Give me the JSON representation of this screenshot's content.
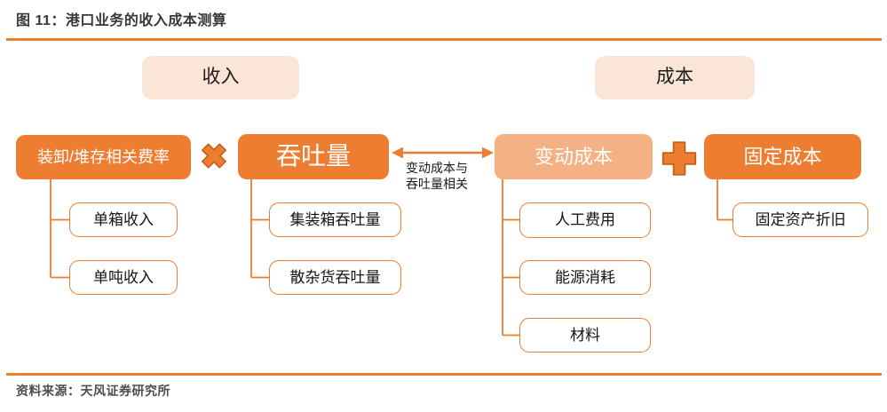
{
  "figure": {
    "title": "图 11：港口业务的收入成本测算",
    "source": "资料来源：天风证券研究所"
  },
  "headers": {
    "revenue": "收入",
    "cost": "成本"
  },
  "revenue_branch": {
    "rate_box": "装卸/堆存相关费率",
    "rate_children": [
      "单箱收入",
      "单吨收入"
    ],
    "operator": "×",
    "throughput_box": "吞吐量",
    "throughput_children": [
      "集装箱吞吐量",
      "散杂货吞吐量"
    ]
  },
  "cost_branch": {
    "variable_cost_box": "变动成本",
    "variable_children": [
      "人工费用",
      "能源消耗",
      "材料"
    ],
    "operator": "＋",
    "fixed_cost_box": "固定成本",
    "fixed_children": [
      "固定资产折旧"
    ]
  },
  "relation_note": "变动成本与\n吞吐量相关",
  "icons": {
    "multiply": "multiply-icon",
    "plus": "plus-icon"
  },
  "colors": {
    "accent_orange": "#ED7D31",
    "light_orange": "#F4B183",
    "peach_fill": "#FBE5D6",
    "icon_outline": "#C55F16",
    "divider_orange": "#EE7E2C",
    "title_text": "#383838",
    "source_text": "#4E4E4E"
  }
}
